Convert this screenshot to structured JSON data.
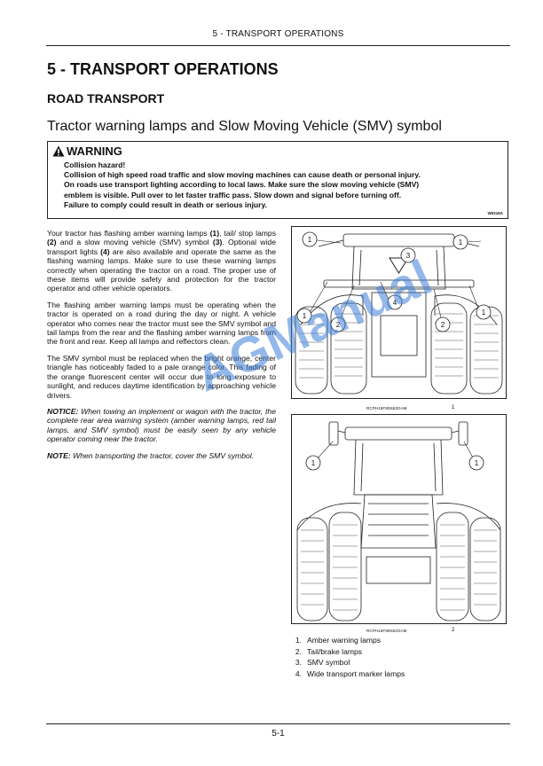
{
  "running_header": "5 - TRANSPORT OPERATIONS",
  "chapter_title": "5 - TRANSPORT OPERATIONS",
  "section_title": "ROAD TRANSPORT",
  "topic_title": "Tractor warning lamps and Slow Moving Vehicle (SMV) symbol",
  "warning": {
    "heading": "WARNING",
    "line1": "Collision hazard!",
    "line2": "Collision of high speed road traffic and slow moving machines can cause death or personal injury.",
    "line3": "On roads use transport lighting according to local laws.  Make sure the slow moving vehicle (SMV)",
    "line4": "emblem is visible.  Pull over to let faster traffic pass.  Slow down and signal before turning off.",
    "line5": "Failure to comply could result in death or serious injury.",
    "code": "W0216A"
  },
  "body": {
    "p1_a": "Your tractor has flashing amber warning lamps ",
    "p1_r1": "(1)",
    "p1_b": ", tail/ stop lamps ",
    "p1_r2": "(2)",
    "p1_c": " and a slow moving vehicle (SMV) symbol ",
    "p1_r3": "(3)",
    "p1_d": ".  Optional wide transport lights ",
    "p1_r4": "(4)",
    "p1_e": " are also available and operate the same as the flashing warning lamps. Make sure to use these warning lamps correctly when operating the tractor on a road.  The proper use of these items will provide safety and protection for the tractor operator and other vehicle operators.",
    "p2": "The flashing amber warning lamps must be operating when the tractor is operated on a road during the day or night.  A vehicle operator who comes near the tractor must see the SMV symbol and tail lamps from the rear and the flashing amber warning lamps from the front and rear.  Keep all lamps and reflectors clean.",
    "p3": "The SMV symbol must be replaced when the bright orange, center triangle has noticeably faded to a pale orange color.  This fading of the orange fluorescent center will occur due to long exposure to sunlight, and reduces daytime identification by approaching vehicle drivers.",
    "notice_label": "NOTICE:",
    "notice_text": " When towing an implement or wagon with the tractor, the complete rear area warning system (amber warning lamps, red tail lamps, and SMV symbol) must be easily seen by any vehicle operator coming near the tractor.",
    "note_label": "NOTE:",
    "note_text": " When transporting the tractor, cover the SMV symbol."
  },
  "figures": [
    {
      "code": "RCPH15F9D653GAM",
      "number": "1",
      "callouts": [
        "1",
        "1",
        "3",
        "4",
        "1",
        "2",
        "2",
        "1"
      ]
    },
    {
      "code": "RCPH15F9D652GAM",
      "number": "2",
      "callouts": [
        "1",
        "1"
      ]
    }
  ],
  "legend": [
    {
      "num": "1.",
      "label": "Amber warning lamps"
    },
    {
      "num": "2.",
      "label": "Tail/brake lamps"
    },
    {
      "num": "3.",
      "label": "SMV symbol"
    },
    {
      "num": "4.",
      "label": "Wide transport marker lamps"
    }
  ],
  "watermark": "AGManual",
  "page_number": "5-1",
  "colors": {
    "watermark": "#3d7fd8",
    "ink": "#111111"
  }
}
